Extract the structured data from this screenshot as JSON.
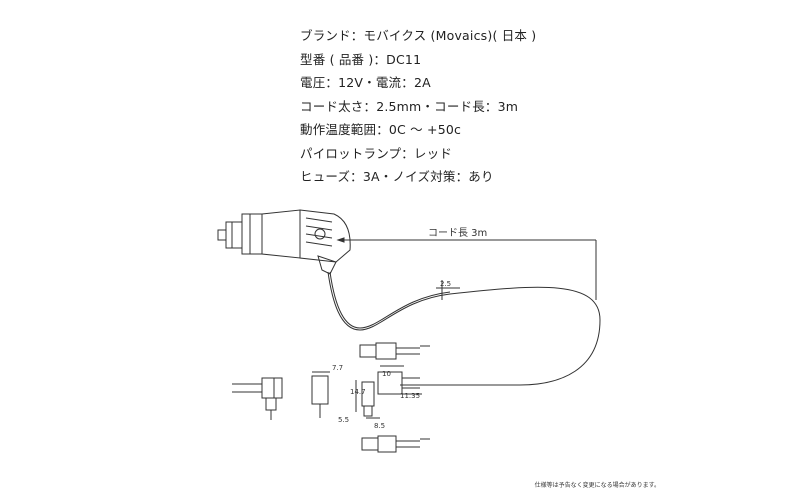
{
  "specs": [
    "ブランド：モバイクス (Movaics)( 日本 )",
    "型番 ( 品番 )：DC11",
    "電圧：12V・電流：2A",
    "コード太さ：2.5mm・コード長：3m",
    "動作温度範囲：0C ～ +50c",
    "パイロットランプ：レッド",
    "ヒューズ：3A・ノイズ対策：あり"
  ],
  "drawing": {
    "cord_length_label": "コード長 3m",
    "dims": {
      "thickness": "2.5",
      "w77": "7.7",
      "w10": "10",
      "h147": "14.7",
      "h1135": "11.35",
      "w55": "5.5",
      "w85": "8.5"
    }
  },
  "footnote": "仕様等は予告なく変更になる場合があります。"
}
